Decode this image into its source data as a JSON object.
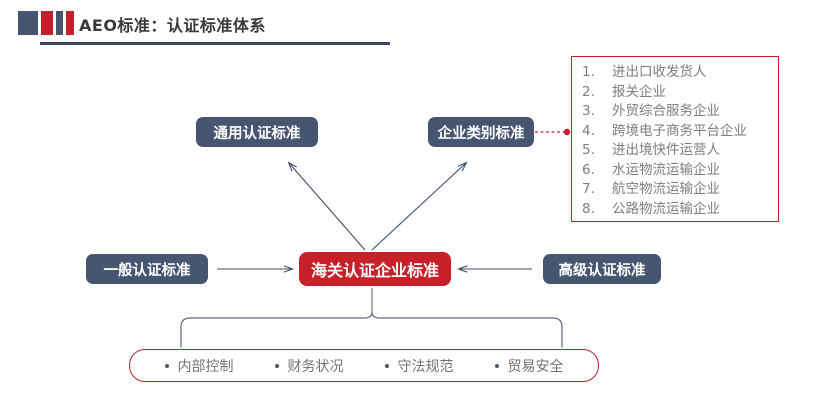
{
  "header": {
    "title": "AEO标准：认证标准体系",
    "accent_slate": "#465671",
    "accent_red": "#c2202a"
  },
  "diagram": {
    "nodes": {
      "general_cert": "通用认证标准",
      "enterprise_category": "企业类别标准",
      "basic_cert": "一般认证标准",
      "advanced_cert": "高级认证标准",
      "customs_cert": "海关认证企业标准"
    },
    "category_list": [
      {
        "num": "1.",
        "label": "进出口收发货人"
      },
      {
        "num": "2.",
        "label": "报关企业"
      },
      {
        "num": "3.",
        "label": "外贸综合服务企业"
      },
      {
        "num": "4.",
        "label": "跨境电子商务平台企业"
      },
      {
        "num": "5.",
        "label": "进出境快件运营人"
      },
      {
        "num": "6.",
        "label": "水运物流运输企业"
      },
      {
        "num": "7.",
        "label": "航空物流运输企业"
      },
      {
        "num": "8.",
        "label": "公路物流运输企业"
      }
    ],
    "criteria": [
      "内部控制",
      "财务状况",
      "守法规范",
      "贸易安全"
    ]
  }
}
